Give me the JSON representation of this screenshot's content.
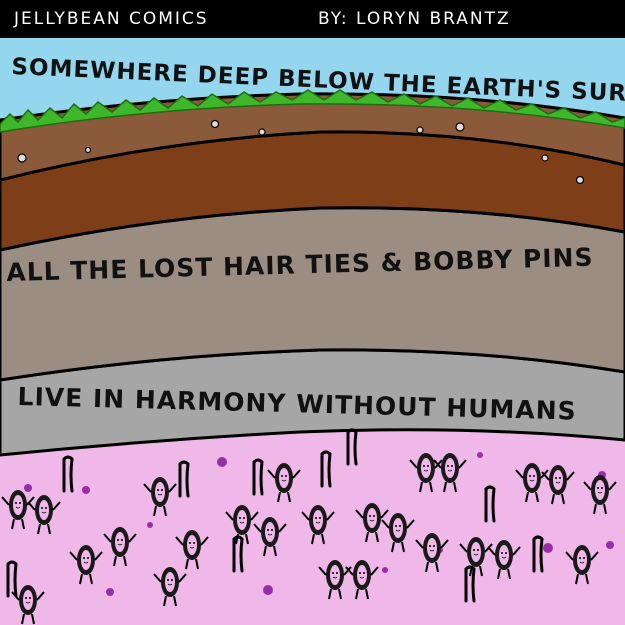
{
  "header": {
    "title": "Jellybean Comics",
    "byline": "By: Loryn Brantz"
  },
  "captions": {
    "top": "Somewhere deep below the earth's surface",
    "middle": "All the lost hair ties & bobby pins",
    "bottom": "Live in harmony without humans"
  },
  "colors": {
    "sky": "#93D6EE",
    "grass": "#3FB72B",
    "topsoil": "#8A5A3A",
    "clay": "#7E3E17",
    "rock": "#9B8D82",
    "stone": "#A7A6A6",
    "pink": "#EFB8E8"
  }
}
